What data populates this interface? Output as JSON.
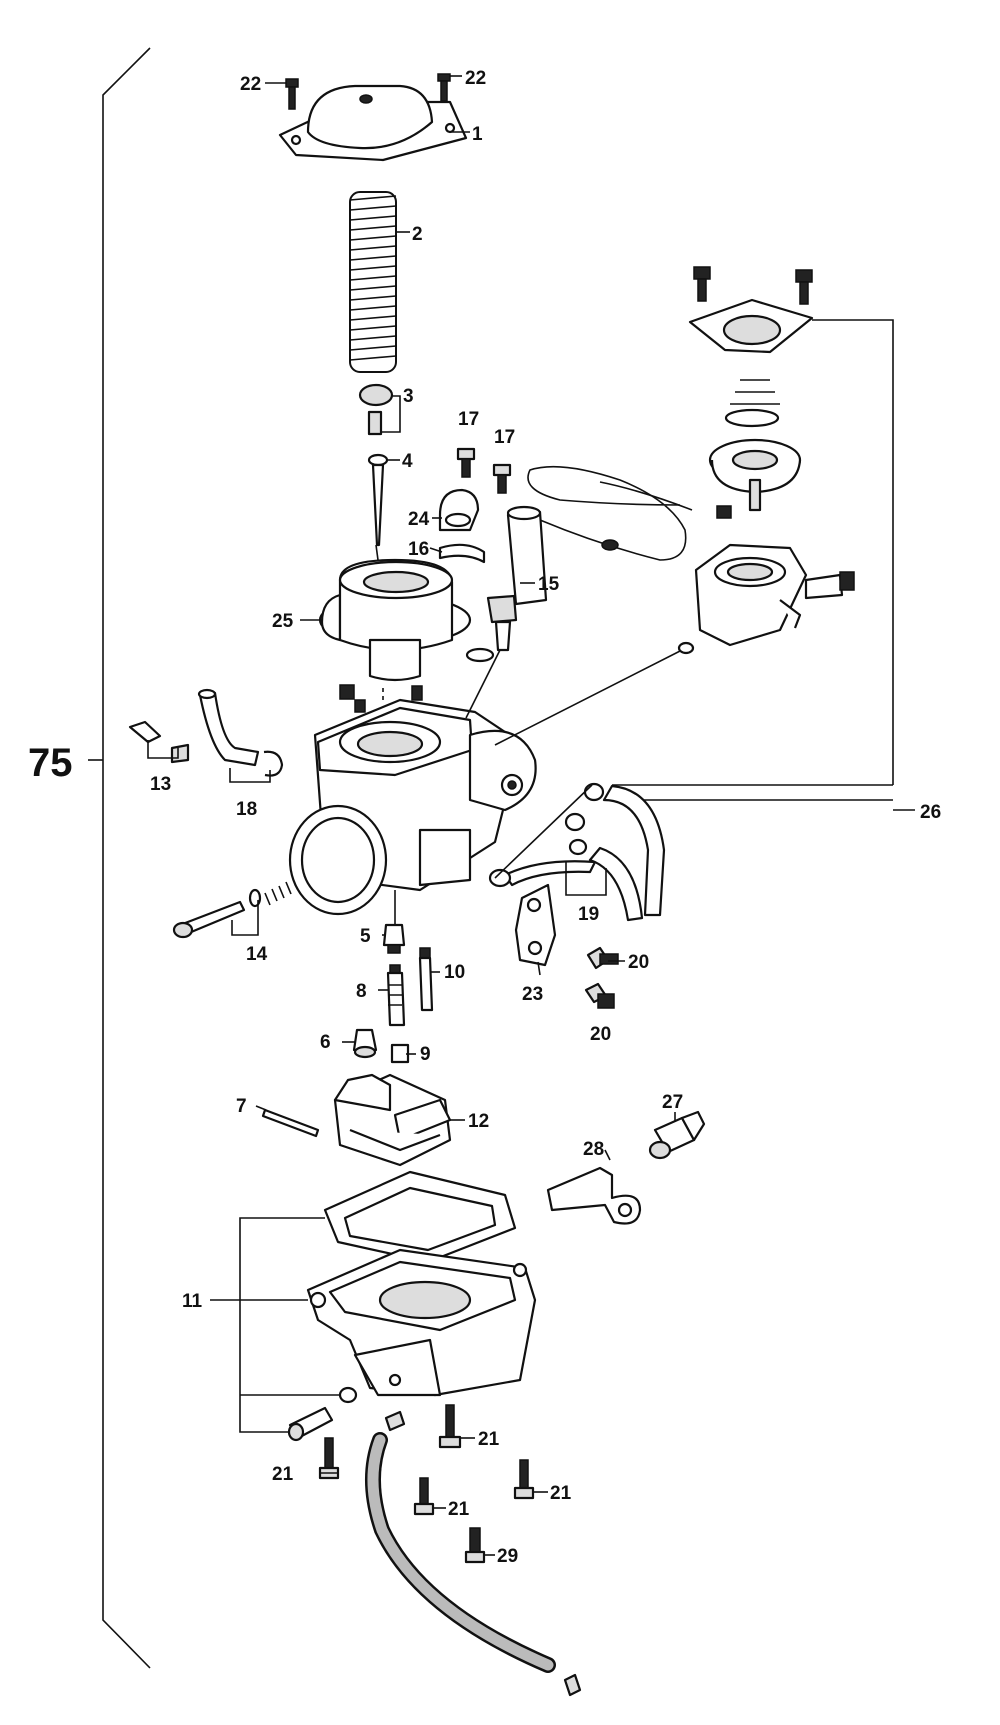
{
  "assembly": {
    "number": "75"
  },
  "labels": {
    "l1": "1",
    "l2": "2",
    "l3": "3",
    "l4": "4",
    "l5": "5",
    "l6": "6",
    "l7": "7",
    "l8": "8",
    "l9": "9",
    "l10": "10",
    "l11": "11",
    "l12": "12",
    "l13": "13",
    "l14": "14",
    "l15": "15",
    "l16": "16",
    "l17a": "17",
    "l17b": "17",
    "l18": "18",
    "l19": "19",
    "l20a": "20",
    "l20b": "20",
    "l21a": "21",
    "l21b": "21",
    "l21c": "21",
    "l21d": "21",
    "l22a": "22",
    "l22b": "22",
    "l23": "23",
    "l24": "24",
    "l25": "25",
    "l26": "26",
    "l27": "27",
    "l28": "28",
    "l29": "29"
  }
}
